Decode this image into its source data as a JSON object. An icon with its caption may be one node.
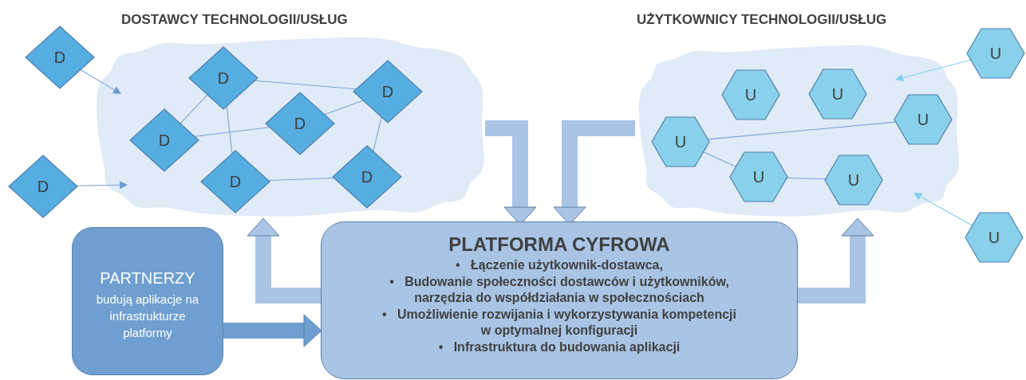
{
  "diagram": {
    "nodes": [
      {
        "text": [
          "DOSTAWCY TECHNOLOGII/USŁUG"
        ]
      },
      {
        "text": [
          "D"
        ]
      },
      {
        "text": [
          "D"
        ],
        "in": 0
      },
      {
        "text": [
          "D"
        ],
        "in": 0
      },
      {
        "text": [
          "D"
        ],
        "in": 0
      },
      {
        "text": [
          "D"
        ],
        "in": 0
      },
      {
        "text": [
          "D"
        ]
      },
      {
        "text": [
          "D"
        ],
        "in": 0
      },
      {
        "text": [
          "D"
        ],
        "in": 0
      },
      {
        "text": [
          "UŻYTKOWNICY TECHNOLOGII/USŁUG"
        ]
      },
      {
        "text": [
          "U"
        ]
      },
      {
        "text": [
          "U"
        ],
        "in": 9
      },
      {
        "text": [
          "U"
        ],
        "in": 9
      },
      {
        "text": [
          "U"
        ],
        "in": 9
      },
      {
        "text": [
          "U"
        ],
        "in": 9
      },
      {
        "text": [
          "U"
        ],
        "in": 9
      },
      {
        "text": [
          "U"
        ],
        "in": 9
      },
      {
        "text": [
          "U"
        ]
      },
      {
        "text": [
          "PARTNERZY",
          "budują aplikacje na infrastrukturze platformy"
        ]
      },
      {
        "text": [
          "PLATFORMA CYFROWA",
          "•   Łączenie użytkownik-dostawca,",
          "•   Budowanie społeczności dostawców i użytkowników, narzędzia do współdziałania w społecznościach",
          "•   Umożliwienie rozwijania i wykorzystywania kompetencji w optymalnej konfiguracji",
          "•   Infrastruktura do budowania aplikacji"
        ]
      }
    ],
    "edges": [
      {
        "from": 1,
        "to": 0,
        "arrow": "to"
      },
      {
        "from": 6,
        "to": 0,
        "arrow": "to"
      },
      {
        "from": 2,
        "to": 3,
        "arrow": "none"
      },
      {
        "from": 4,
        "to": 2,
        "arrow": "none"
      },
      {
        "from": 2,
        "to": 7,
        "arrow": "none"
      },
      {
        "from": 4,
        "to": 5,
        "arrow": "none"
      },
      {
        "from": 5,
        "to": 3,
        "arrow": "none"
      },
      {
        "from": 3,
        "to": 8,
        "arrow": "none"
      },
      {
        "from": 7,
        "to": 8,
        "arrow": "none"
      },
      {
        "from": 10,
        "to": 9,
        "arrow": "to",
        "color": "#7fd0ee"
      },
      {
        "from": 17,
        "to": 9,
        "arrow": "to",
        "color": "#7fd0ee"
      },
      {
        "from": 14,
        "to": 13,
        "arrow": "none"
      },
      {
        "from": 14,
        "to": 15,
        "arrow": "none"
      },
      {
        "from": 15,
        "to": 16,
        "arrow": "none"
      },
      {
        "from": 0,
        "to": 19,
        "arrow": "to",
        "style": "thick",
        "color": "#a9c4e4"
      },
      {
        "from": 9,
        "to": 19,
        "arrow": "to",
        "style": "thick",
        "color": "#a9c4e4"
      },
      {
        "from": 19,
        "to": 0,
        "arrow": "to",
        "style": "thick",
        "color": "#a9c4e4"
      },
      {
        "from": 19,
        "to": 9,
        "arrow": "to",
        "style": "thick",
        "color": "#a9c4e4"
      },
      {
        "from": 18,
        "to": 19,
        "arrow": "to",
        "style": "thick",
        "color": "#6f9fd1"
      }
    ]
  }
}
